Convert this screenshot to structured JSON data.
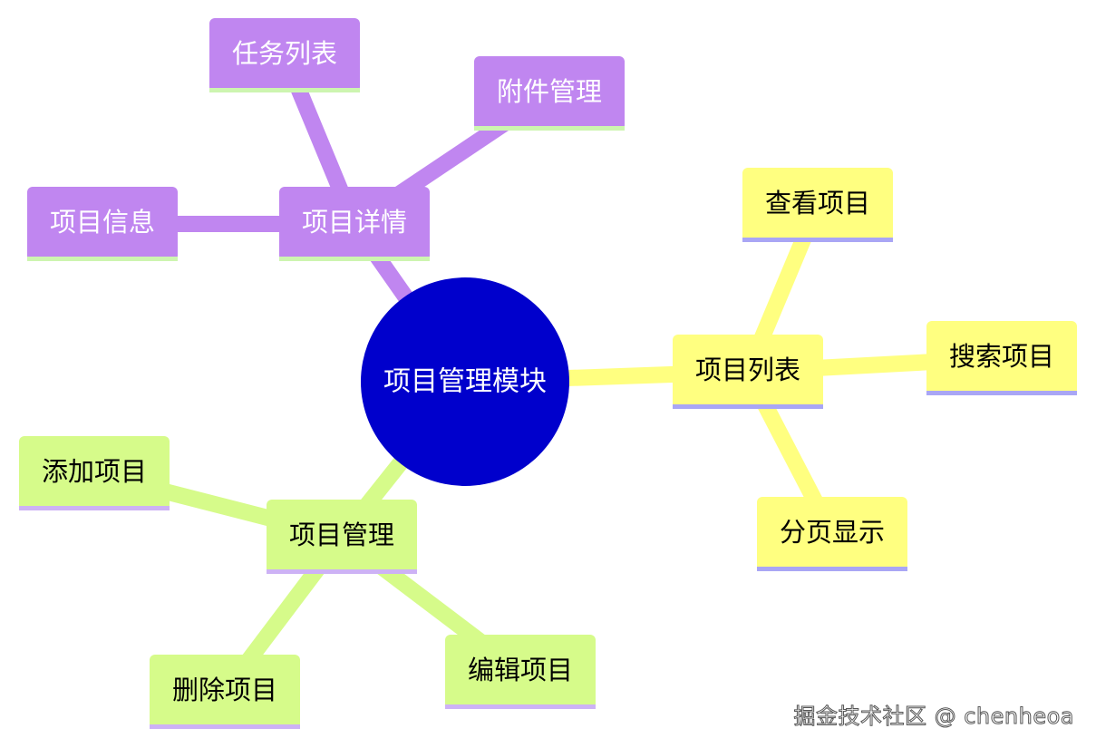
{
  "root": {
    "label": "项目管理模块",
    "fill": "#0000cc",
    "text_color": "#ffffff"
  },
  "branches": [
    {
      "key": "detail",
      "label": "项目详情",
      "fill": "#c086f0",
      "text_color": "#ffffff",
      "underline": "#cdf5b0",
      "children": [
        {
          "key": "info",
          "label": "项目信息"
        },
        {
          "key": "tasks",
          "label": "任务列表"
        },
        {
          "key": "attach",
          "label": "附件管理"
        }
      ]
    },
    {
      "key": "list",
      "label": "项目列表",
      "fill": "#ffff80",
      "text_color": "#000000",
      "underline": "#a9a6f5",
      "children": [
        {
          "key": "view",
          "label": "查看项目"
        },
        {
          "key": "search",
          "label": "搜索项目"
        },
        {
          "key": "paging",
          "label": "分页显示"
        }
      ]
    },
    {
      "key": "manage",
      "label": "项目管理",
      "fill": "#d6fb8a",
      "text_color": "#000000",
      "underline": "#cdb2f5",
      "children": [
        {
          "key": "add",
          "label": "添加项目"
        },
        {
          "key": "delete",
          "label": "删除项目"
        },
        {
          "key": "edit",
          "label": "编辑项目"
        }
      ]
    }
  ],
  "watermark": "掘金技术社区 @ chenheoa"
}
